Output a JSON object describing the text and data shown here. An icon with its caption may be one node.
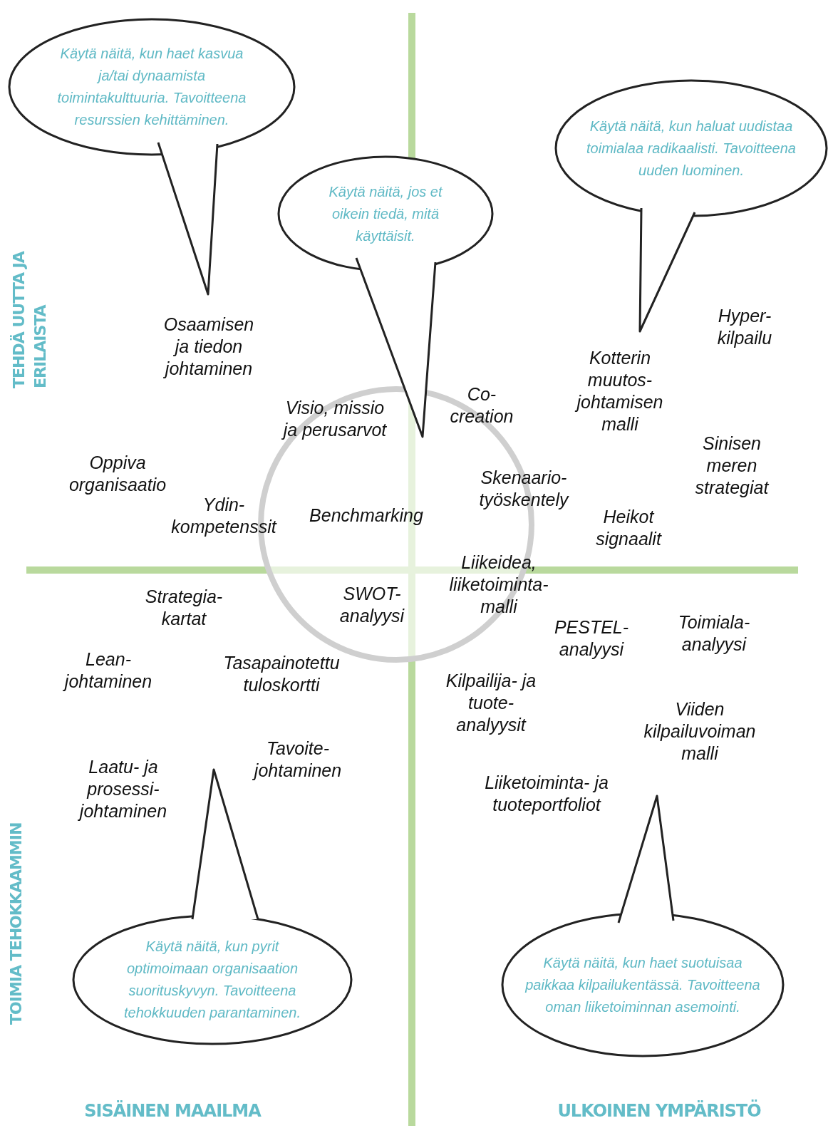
{
  "diagram": {
    "nodes": [
      {
        "text": [
          "Käytä näitä, kun haet kasvua ja/tai dynaamista toimintakulttuuria. Tavoitteena resurssien kehittäminen."
        ]
      },
      {
        "text": [
          "Käytä näitä, jos et oikein tiedä, mitä käyttäisit."
        ]
      },
      {
        "text": [
          "Käytä näitä, kun haluat uudistaa toimialaa radikaalisti. Tavoitteena uuden luominen."
        ]
      },
      {
        "text": [
          "Käytä näitä, kun pyrit optimoimaan organisaation suorituskyvyn. Tavoitteena tehokkuuden parantaminen."
        ]
      },
      {
        "text": [
          "Käytä näitä, kun haet suotuisaa paikkaa kilpailukentässä. Tavoitteena oman liiketoiminnan asemointi."
        ]
      }
    ],
    "labels": [
      "Osaamisen ja tiedon johtaminen",
      "Hyper- kilpailu",
      "Kotterin muutos- johtamisen malli",
      "Visio, missio ja perusarvot",
      "Co- creation",
      "Sinisen meren strategiat",
      "Oppiva organisaatio",
      "Skenaario- työskentely",
      "Ydin- kompetenssit",
      "Benchmarking",
      "Heikot signaalit",
      "Liikeidea, liiketoiminta- malli",
      "Strategia- kartat",
      "SWOT- analyysi",
      "PESTEL- analyysi",
      "Toimiala- analyysi",
      "Lean- johtaminen",
      "Tasapainotettu tuloskortti",
      "Kilpailija- ja tuote- analyysit",
      "Viiden kilpailuvoiman malli",
      "Tavoite- johtaminen",
      "Laatu- ja prosessi- johtaminen",
      "Liiketoiminta- ja tuoteportfoliot",
      "TEHDÄ UUTTA JA ERILAISTA",
      "TOIMIA TEHOKKAAMMIN",
      "SISÄINEN MAAILMA",
      "ULKOINEN YMPÄRISTÖ"
    ]
  }
}
